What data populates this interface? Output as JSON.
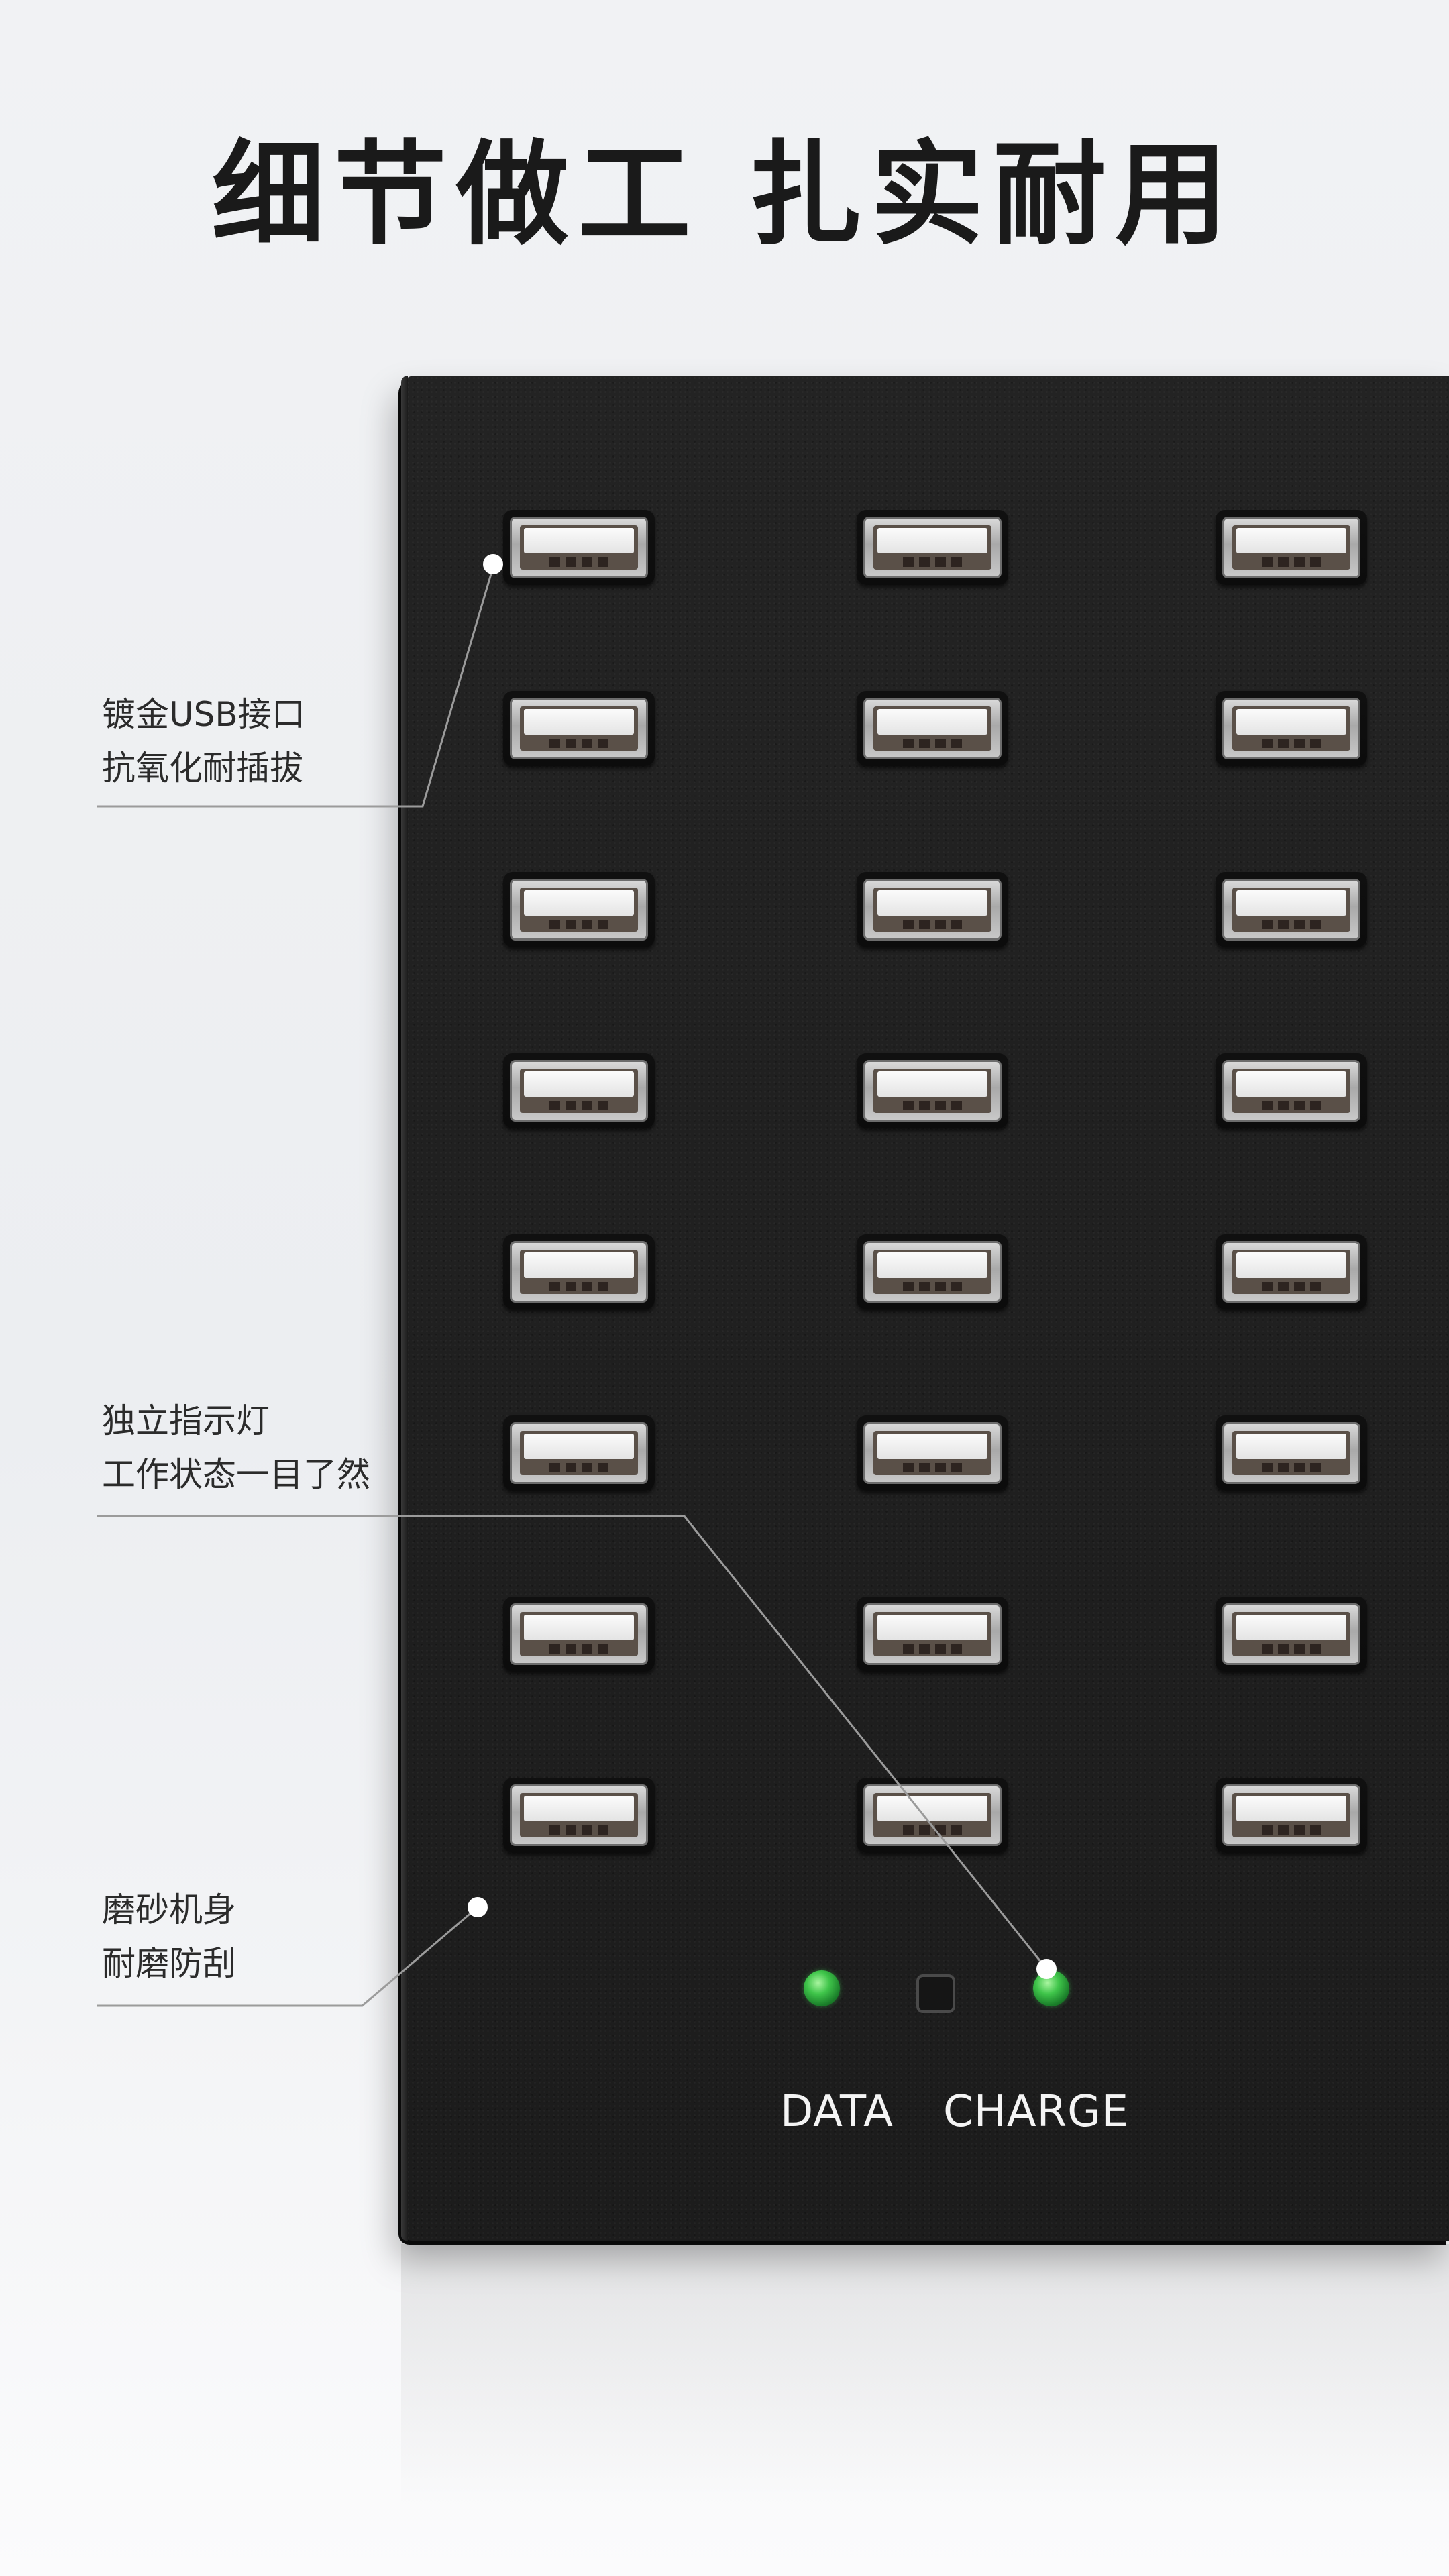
{
  "title": "细节做工 扎实耐用",
  "callouts": [
    {
      "line1": "镀金USB接口",
      "line2": "抗氧化耐插拔"
    },
    {
      "line1": "独立指示灯",
      "line2": "工作状态一目了然"
    },
    {
      "line1": "磨砂机身",
      "line2": "耐磨防刮"
    }
  ],
  "indicator_labels": {
    "data": "DATA",
    "charge": "CHARGE"
  },
  "usb_port_count": 24,
  "colors": {
    "panel": "#1e1e1e",
    "led": "#3fc54a",
    "background": "#eef0f2"
  }
}
